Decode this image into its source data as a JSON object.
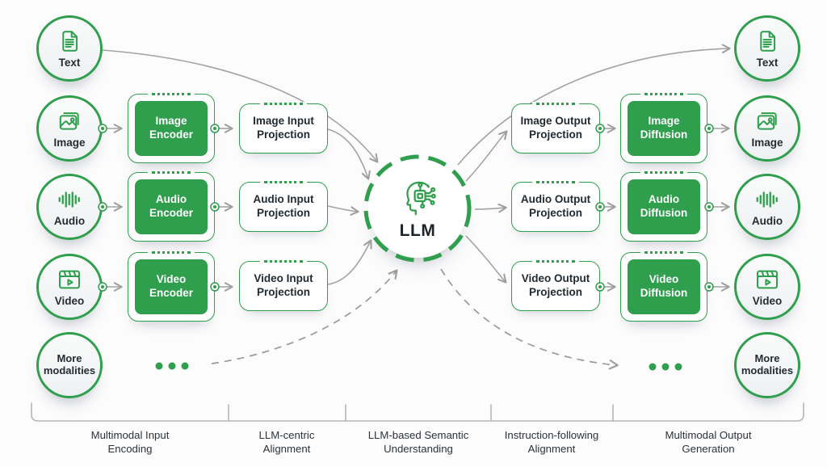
{
  "colors": {
    "green": "#2f9e4d",
    "arrow_gray": "#9e9e9e",
    "bracket_gray": "#b4b6b8",
    "text_dark": "#232d33"
  },
  "left": {
    "modalities": [
      {
        "label": "Text",
        "icon": "text-document-icon"
      },
      {
        "label": "Image",
        "icon": "image-icon"
      },
      {
        "label": "Audio",
        "icon": "audio-waveform-icon"
      },
      {
        "label": "Video",
        "icon": "video-clapper-icon"
      },
      {
        "label": "More modalities",
        "icon": ""
      }
    ],
    "encoders": [
      {
        "label": "Image Encoder"
      },
      {
        "label": "Audio Encoder"
      },
      {
        "label": "Video Encoder"
      }
    ],
    "projections": [
      {
        "label": "Image Input Projection"
      },
      {
        "label": "Audio Input Projection"
      },
      {
        "label": "Video Input Projection"
      }
    ]
  },
  "center": {
    "label": "LLM",
    "icon": "ai-head-circuit-icon"
  },
  "right": {
    "projections": [
      {
        "label": "Image Output Projection"
      },
      {
        "label": "Audio Output Projection"
      },
      {
        "label": "Video Output Projection"
      }
    ],
    "diffusions": [
      {
        "label": "Image Diffusion"
      },
      {
        "label": "Audio Diffusion"
      },
      {
        "label": "Video Diffusion"
      }
    ],
    "modalities": [
      {
        "label": "Text",
        "icon": "text-document-icon"
      },
      {
        "label": "Image",
        "icon": "image-icon"
      },
      {
        "label": "Audio",
        "icon": "audio-waveform-icon"
      },
      {
        "label": "Video",
        "icon": "video-clapper-icon"
      },
      {
        "label": "More modalities",
        "icon": ""
      }
    ]
  },
  "stages": [
    {
      "label": "Multimodal Input Encoding"
    },
    {
      "label": "LLM-centric Alignment"
    },
    {
      "label": "LLM-based Semantic Understanding"
    },
    {
      "label": "Instruction-following Alignment"
    },
    {
      "label": "Multimodal Output Generation"
    }
  ]
}
